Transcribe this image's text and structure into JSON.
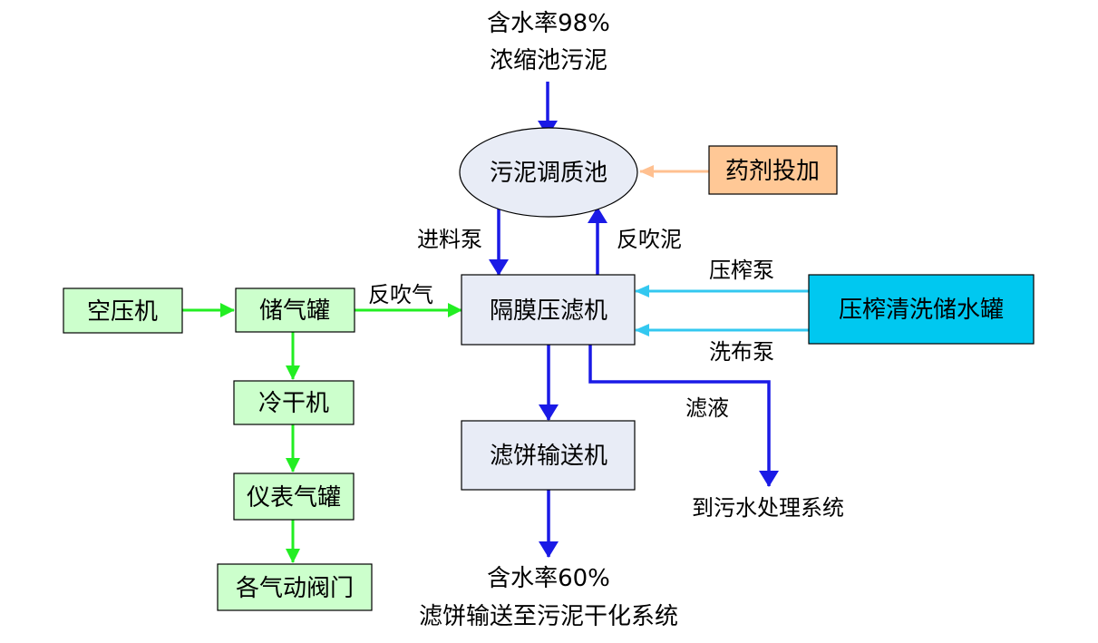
{
  "nodes": {
    "sludge_source_line1": "含水率98%",
    "sludge_source_line2": "浓缩池污泥",
    "conditioning_tank": "污泥调质池",
    "chemical_dosing": "药剂投加",
    "filter_press": "隔膜压滤机",
    "press_wash_tank": "压榨清洗储水罐",
    "air_compressor": "空压机",
    "air_tank": "储气罐",
    "cold_dryer": "冷干机",
    "instrument_air_tank": "仪表气罐",
    "pneumatic_valves": "各气动阀门",
    "cake_conveyor": "滤饼输送机",
    "cake_output_line1": "含水率60%",
    "cake_output_line2": "滤饼输送至污泥干化系统",
    "to_wastewater": "到污水处理系统"
  },
  "edges": {
    "feed_pump": "进料泵",
    "blowback_sludge": "反吹泥",
    "press_pump": "压榨泵",
    "cloth_wash_pump": "洗布泵",
    "blowback_air": "反吹气",
    "filtrate": "滤液"
  },
  "colors": {
    "blue_flow": "#1a1ae6",
    "air_flow": "#22ee22",
    "water_flow": "#33c8f0",
    "chem_flow": "#ffc090",
    "process_box": "#e8ecf6",
    "air_box": "#ccffcc",
    "tank_box": "#00c8f0",
    "chem_box": "#ffc896"
  }
}
